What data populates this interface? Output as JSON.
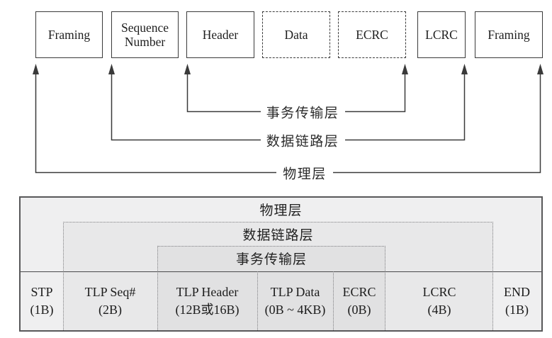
{
  "top_diagram": {
    "boxes": [
      {
        "label": "Framing",
        "border": "solid"
      },
      {
        "label": "Sequence Number",
        "border": "solid"
      },
      {
        "label": "Header",
        "border": "solid"
      },
      {
        "label": "Data",
        "border": "dashed"
      },
      {
        "label": "ECRC",
        "border": "dashed"
      },
      {
        "label": "LCRC",
        "border": "solid"
      },
      {
        "label": "Framing",
        "border": "solid"
      }
    ],
    "brackets": [
      {
        "label": "事务传输层"
      },
      {
        "label": "数据链路层"
      },
      {
        "label": "物理层"
      }
    ]
  },
  "table": {
    "layer_rows": [
      {
        "label": "物理层"
      },
      {
        "label": "数据链路层"
      },
      {
        "label": "事务传输层"
      }
    ],
    "cells": [
      {
        "name": "STP",
        "size": "(1B)"
      },
      {
        "name": "TLP Seq#",
        "size": "(2B)"
      },
      {
        "name": "TLP Header",
        "size": "(12B或16B)"
      },
      {
        "name": "TLP Data",
        "size": "(0B ~ 4KB)"
      },
      {
        "name": "ECRC",
        "size": "(0B)"
      },
      {
        "name": "LCRC",
        "size": "(4B)"
      },
      {
        "name": "END",
        "size": "(1B)"
      }
    ]
  },
  "colors": {
    "line": "#3a3a3a",
    "table_border": "#58585a",
    "table_bg": "#efeff0",
    "data_link_bg": "#e8e8e9",
    "transaction_bg": "#e1e1e2",
    "text": "#1e1e1e"
  }
}
